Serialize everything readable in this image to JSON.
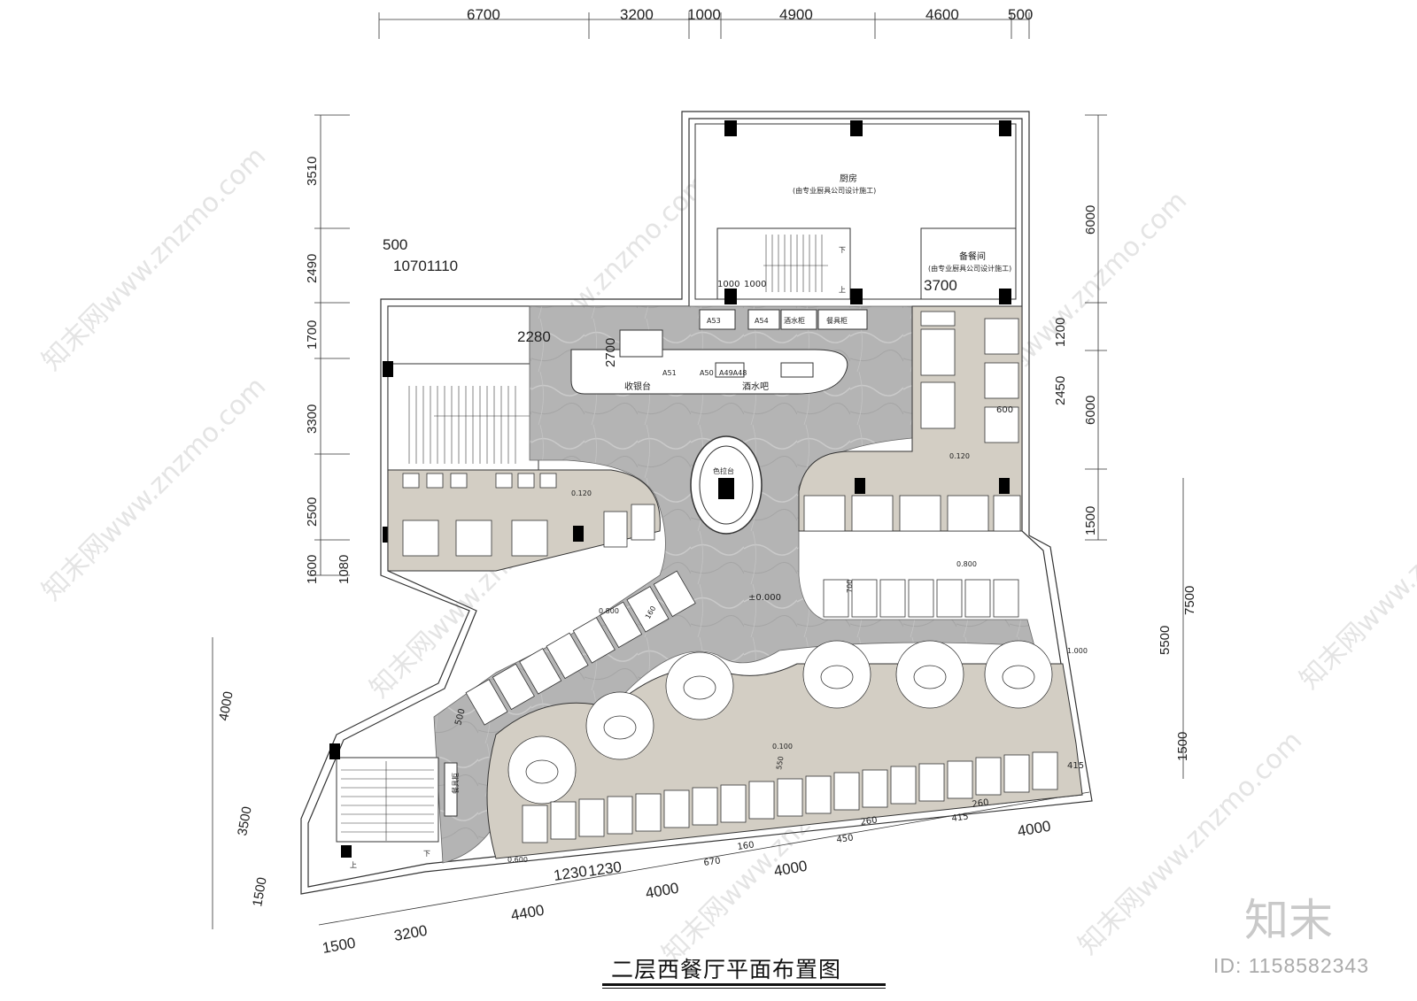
{
  "title": "二层西餐厅平面布置图",
  "brand": "知末",
  "id_text": "ID: 1158582343",
  "watermark": "知末网www.znzmo.com",
  "rooms": {
    "kitchen": "厨房",
    "kitchen_note": "(由专业厨具公司设计施工)",
    "prep": "备餐间",
    "prep_note": "(由专业厨具公司设计施工)",
    "cashier": "收银台",
    "bar": "酒水吧",
    "salad": "色拉台",
    "wine_cabinet": "酒水柜",
    "tableware_cabinet": "餐具柜",
    "tableware_cabinet_vertical": "餐具柜",
    "up": "上",
    "down": "下"
  },
  "codes": [
    "A53",
    "A54",
    "A51",
    "A50",
    "A49A48"
  ],
  "levels": [
    "0.120",
    "0.120",
    "±0.000",
    "0.800",
    "0.800",
    "0.100",
    "1.000",
    "0.600"
  ],
  "dims": {
    "top": [
      "6700",
      "3200",
      "1000",
      "4900",
      "4600",
      "500"
    ],
    "left": [
      "3510",
      "2490",
      "1700",
      "3300",
      "2500",
      "1600",
      "1080"
    ],
    "right": [
      "6000",
      "1200",
      "2450",
      "600",
      "6000",
      "1500"
    ],
    "right_lower": [
      "7500",
      "5500",
      "1500",
      "415"
    ],
    "left_lower": [
      "4000",
      "3500",
      "1500"
    ],
    "bottom": [
      "1500",
      "3200",
      "4400",
      "4000",
      "4000",
      "4000"
    ],
    "inner": [
      "500",
      "10701110",
      "2280",
      "2700",
      "3700",
      "1000",
      "1000",
      "1230",
      "1230",
      "670",
      "160",
      "450",
      "260",
      "415",
      "260",
      "500",
      "550",
      "700",
      "160"
    ]
  },
  "colors": {
    "floor_stone": "#b9b9b9",
    "floor_beige": "#d3cec4",
    "wall": "#333333"
  }
}
